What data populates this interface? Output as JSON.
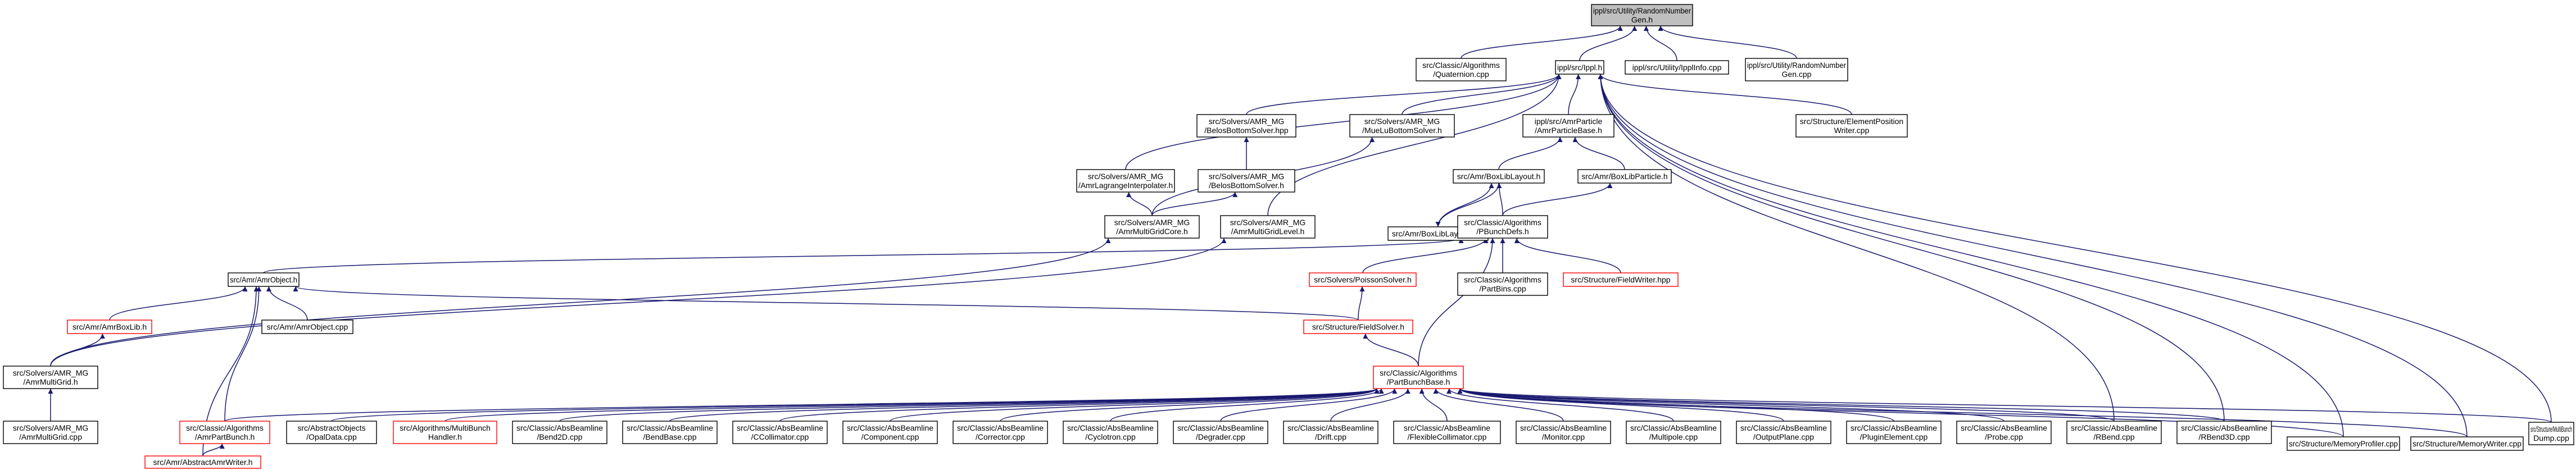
{
  "colors": {
    "edge": "#191970",
    "root_fill": "#bfbfbf",
    "node_fill": "#ffffff",
    "node_border": "#000000",
    "truncated_border": "#ff0000"
  },
  "nodes": [
    {
      "id": "rng_h",
      "lines": [
        "ippl/src/Utility/RandomNumber",
        "Gen.h"
      ],
      "style": "root"
    },
    {
      "id": "quat",
      "lines": [
        "src/Classic/Algorithms",
        "/Quaternion.cpp"
      ],
      "style": "normal"
    },
    {
      "id": "ippl_h",
      "lines": [
        "ippl/src/Ippl.h"
      ],
      "style": "normal"
    },
    {
      "id": "ipplinfo",
      "lines": [
        "ippl/src/Utility/IpplInfo.cpp"
      ],
      "style": "normal"
    },
    {
      "id": "rng_cpp",
      "lines": [
        "ippl/src/Utility/RandomNumber",
        "Gen.cpp"
      ],
      "style": "normal"
    },
    {
      "id": "bottom_hpp",
      "lines": [
        "src/Solvers/AMR_MG",
        "/BelosBottomSolver.hpp"
      ],
      "style": "normal"
    },
    {
      "id": "muelu_h",
      "lines": [
        "src/Solvers/AMR_MG",
        "/MueLuBottomSolver.h"
      ],
      "style": "normal"
    },
    {
      "id": "amrpb_h",
      "lines": [
        "ippl/src/AmrParticle",
        "/AmrParticleBase.h"
      ],
      "style": "normal"
    },
    {
      "id": "elempos",
      "lines": [
        "src/Structure/ElementPosition",
        "Writer.cpp"
      ],
      "style": "normal"
    },
    {
      "id": "lagr_h",
      "lines": [
        "src/Solvers/AMR_MG",
        "/AmrLagrangeInterpolater.h"
      ],
      "style": "normal"
    },
    {
      "id": "belos_h",
      "lines": [
        "src/Solvers/AMR_MG",
        "/BelosBottomSolver.h"
      ],
      "style": "normal"
    },
    {
      "id": "boxliblay_h",
      "lines": [
        "src/Amr/BoxLibLayout.h"
      ],
      "style": "normal"
    },
    {
      "id": "boxlibpart_h",
      "lines": [
        "src/Amr/BoxLibParticle.h"
      ],
      "style": "normal"
    },
    {
      "id": "mgcore_h",
      "lines": [
        "src/Solvers/AMR_MG",
        "/AmrMultiGridCore.h"
      ],
      "style": "normal"
    },
    {
      "id": "mglevel_h",
      "lines": [
        "src/Solvers/AMR_MG",
        "/AmrMultiGridLevel.h"
      ],
      "style": "normal"
    },
    {
      "id": "boxliblay_hpp",
      "lines": [
        "src/Amr/BoxLibLayout.hpp"
      ],
      "style": "normal"
    },
    {
      "id": "pbdefs_h",
      "lines": [
        "src/Classic/Algorithms",
        "/PBunchDefs.h"
      ],
      "style": "normal"
    },
    {
      "id": "amrobj_h",
      "lines": [
        "src/Amr/AmrObject.h"
      ],
      "style": "normal"
    },
    {
      "id": "poisson_h",
      "lines": [
        "src/Solvers/PoissonSolver.h"
      ],
      "style": "truncated"
    },
    {
      "id": "partbins",
      "lines": [
        "src/Classic/Algorithms",
        "/PartBins.cpp"
      ],
      "style": "normal"
    },
    {
      "id": "fieldwriter",
      "lines": [
        "src/Structure/FieldWriter.hpp"
      ],
      "style": "truncated"
    },
    {
      "id": "amrboxlib_h",
      "lines": [
        "src/Amr/AmrBoxLib.h"
      ],
      "style": "truncated"
    },
    {
      "id": "amrobj_cpp",
      "lines": [
        "src/Amr/AmrObject.cpp"
      ],
      "style": "normal"
    },
    {
      "id": "fieldsolver_h",
      "lines": [
        "src/Structure/FieldSolver.h"
      ],
      "style": "truncated"
    },
    {
      "id": "amrmg_h",
      "lines": [
        "src/Solvers/AMR_MG",
        "/AmrMultiGrid.h"
      ],
      "style": "normal"
    },
    {
      "id": "pbbase_h",
      "lines": [
        "src/Classic/Algorithms",
        "/PartBunchBase.h"
      ],
      "style": "truncated"
    },
    {
      "id": "amrmg_cpp",
      "lines": [
        "src/Solvers/AMR_MG",
        "/AmrMultiGrid.cpp"
      ],
      "style": "normal"
    },
    {
      "id": "amrpartbunch_h",
      "lines": [
        "src/Classic/Algorithms",
        "/AmrPartBunch.h"
      ],
      "style": "truncated"
    },
    {
      "id": "opaldata",
      "lines": [
        "src/AbstractObjects",
        "/OpalData.cpp"
      ],
      "style": "normal"
    },
    {
      "id": "multibunch_h",
      "lines": [
        "src/Algorithms/MultiBunch",
        "Handler.h"
      ],
      "style": "truncated"
    },
    {
      "id": "bend2d",
      "lines": [
        "src/Classic/AbsBeamline",
        "/Bend2D.cpp"
      ],
      "style": "normal"
    },
    {
      "id": "bendbase",
      "lines": [
        "src/Classic/AbsBeamline",
        "/BendBase.cpp"
      ],
      "style": "normal"
    },
    {
      "id": "ccoll",
      "lines": [
        "src/Classic/AbsBeamline",
        "/CCollimator.cpp"
      ],
      "style": "normal"
    },
    {
      "id": "component",
      "lines": [
        "src/Classic/AbsBeamline",
        "/Component.cpp"
      ],
      "style": "normal"
    },
    {
      "id": "corrector",
      "lines": [
        "src/Classic/AbsBeamline",
        "/Corrector.cpp"
      ],
      "style": "normal"
    },
    {
      "id": "cyclotron",
      "lines": [
        "src/Classic/AbsBeamline",
        "/Cyclotron.cpp"
      ],
      "style": "normal"
    },
    {
      "id": "degrader",
      "lines": [
        "src/Classic/AbsBeamline",
        "/Degrader.cpp"
      ],
      "style": "normal"
    },
    {
      "id": "drift",
      "lines": [
        "src/Classic/AbsBeamline",
        "/Drift.cpp"
      ],
      "style": "normal"
    },
    {
      "id": "flexcoll",
      "lines": [
        "src/Classic/AbsBeamline",
        "/FlexibleCollimator.cpp"
      ],
      "style": "normal"
    },
    {
      "id": "monitor",
      "lines": [
        "src/Classic/AbsBeamline",
        "/Monitor.cpp"
      ],
      "style": "normal"
    },
    {
      "id": "multipole",
      "lines": [
        "src/Classic/AbsBeamline",
        "/Multipole.cpp"
      ],
      "style": "normal"
    },
    {
      "id": "outputplane",
      "lines": [
        "src/Classic/AbsBeamline",
        "/OutputPlane.cpp"
      ],
      "style": "normal"
    },
    {
      "id": "pluginelem",
      "lines": [
        "src/Classic/AbsBeamline",
        "/PluginElement.cpp"
      ],
      "style": "normal"
    },
    {
      "id": "probe",
      "lines": [
        "src/Classic/AbsBeamline",
        "/Probe.cpp"
      ],
      "style": "normal"
    },
    {
      "id": "rbend",
      "lines": [
        "src/Classic/AbsBeamline",
        "/RBend.cpp"
      ],
      "style": "normal"
    },
    {
      "id": "rbend3d",
      "lines": [
        "src/Classic/AbsBeamline",
        "/RBend3D.cpp"
      ],
      "style": "normal"
    },
    {
      "id": "memprof",
      "lines": [
        "src/Structure/MemoryProfiler.cpp"
      ],
      "style": "normal"
    },
    {
      "id": "memwriter",
      "lines": [
        "src/Structure/MemoryWriter.cpp"
      ],
      "style": "normal"
    },
    {
      "id": "mbdump",
      "lines": [
        "src/Structure/MultiBunch",
        "Dump.cpp"
      ],
      "style": "normal"
    },
    {
      "id": "amrwriter_h",
      "lines": [
        "src/Amr/AbstractAmrWriter.h"
      ],
      "style": "truncated"
    }
  ],
  "edges": [
    [
      "rng_h",
      "quat"
    ],
    [
      "rng_h",
      "ippl_h"
    ],
    [
      "rng_h",
      "ipplinfo"
    ],
    [
      "rng_h",
      "rng_cpp"
    ],
    [
      "ippl_h",
      "bottom_hpp"
    ],
    [
      "ippl_h",
      "muelu_h"
    ],
    [
      "ippl_h",
      "amrpb_h"
    ],
    [
      "ippl_h",
      "elempos"
    ],
    [
      "ippl_h",
      "lagr_h"
    ],
    [
      "ippl_h",
      "mglevel_h"
    ],
    [
      "ippl_h",
      "memprof"
    ],
    [
      "ippl_h",
      "memwriter"
    ],
    [
      "ippl_h",
      "mbdump"
    ],
    [
      "ippl_h",
      "rbend"
    ],
    [
      "ippl_h",
      "rbend3d"
    ],
    [
      "bottom_hpp",
      "belos_h"
    ],
    [
      "belos_h",
      "mgcore_h"
    ],
    [
      "muelu_h",
      "mgcore_h"
    ],
    [
      "lagr_h",
      "mgcore_h"
    ],
    [
      "amrpb_h",
      "boxliblay_h"
    ],
    [
      "amrpb_h",
      "boxlibpart_h"
    ],
    [
      "boxliblay_h",
      "boxliblay_hpp"
    ],
    [
      "boxliblay_hpp",
      "boxliblay_h"
    ],
    [
      "boxliblay_h",
      "pbdefs_h"
    ],
    [
      "boxlibpart_h",
      "pbdefs_h"
    ],
    [
      "mgcore_h",
      "amrmg_h"
    ],
    [
      "mglevel_h",
      "amrmg_h"
    ],
    [
      "pbdefs_h",
      "amrobj_h"
    ],
    [
      "pbdefs_h",
      "poisson_h"
    ],
    [
      "pbdefs_h",
      "partbins"
    ],
    [
      "pbdefs_h",
      "fieldwriter"
    ],
    [
      "pbdefs_h",
      "pbbase_h"
    ],
    [
      "amrobj_h",
      "amrboxlib_h"
    ],
    [
      "amrobj_h",
      "amrobj_cpp"
    ],
    [
      "amrobj_h",
      "fieldsolver_h"
    ],
    [
      "amrobj_h",
      "amrpartbunch_h"
    ],
    [
      "amrobj_h",
      "amrwriter_h"
    ],
    [
      "amrboxlib_h",
      "amrmg_h"
    ],
    [
      "poisson_h",
      "fieldsolver_h"
    ],
    [
      "fieldsolver_h",
      "pbbase_h"
    ],
    [
      "amrmg_h",
      "amrmg_cpp"
    ],
    [
      "amrpartbunch_h",
      "amrwriter_h"
    ],
    [
      "pbbase_h",
      "amrpartbunch_h"
    ],
    [
      "pbbase_h",
      "opaldata"
    ],
    [
      "pbbase_h",
      "multibunch_h"
    ],
    [
      "pbbase_h",
      "bend2d"
    ],
    [
      "pbbase_h",
      "bendbase"
    ],
    [
      "pbbase_h",
      "ccoll"
    ],
    [
      "pbbase_h",
      "component"
    ],
    [
      "pbbase_h",
      "corrector"
    ],
    [
      "pbbase_h",
      "cyclotron"
    ],
    [
      "pbbase_h",
      "degrader"
    ],
    [
      "pbbase_h",
      "drift"
    ],
    [
      "pbbase_h",
      "flexcoll"
    ],
    [
      "pbbase_h",
      "monitor"
    ],
    [
      "pbbase_h",
      "multipole"
    ],
    [
      "pbbase_h",
      "outputplane"
    ],
    [
      "pbbase_h",
      "pluginelem"
    ],
    [
      "pbbase_h",
      "probe"
    ],
    [
      "pbbase_h",
      "rbend"
    ],
    [
      "pbbase_h",
      "rbend3d"
    ],
    [
      "pbbase_h",
      "memprof"
    ],
    [
      "pbbase_h",
      "memwriter"
    ],
    [
      "pbbase_h",
      "mbdump"
    ]
  ]
}
